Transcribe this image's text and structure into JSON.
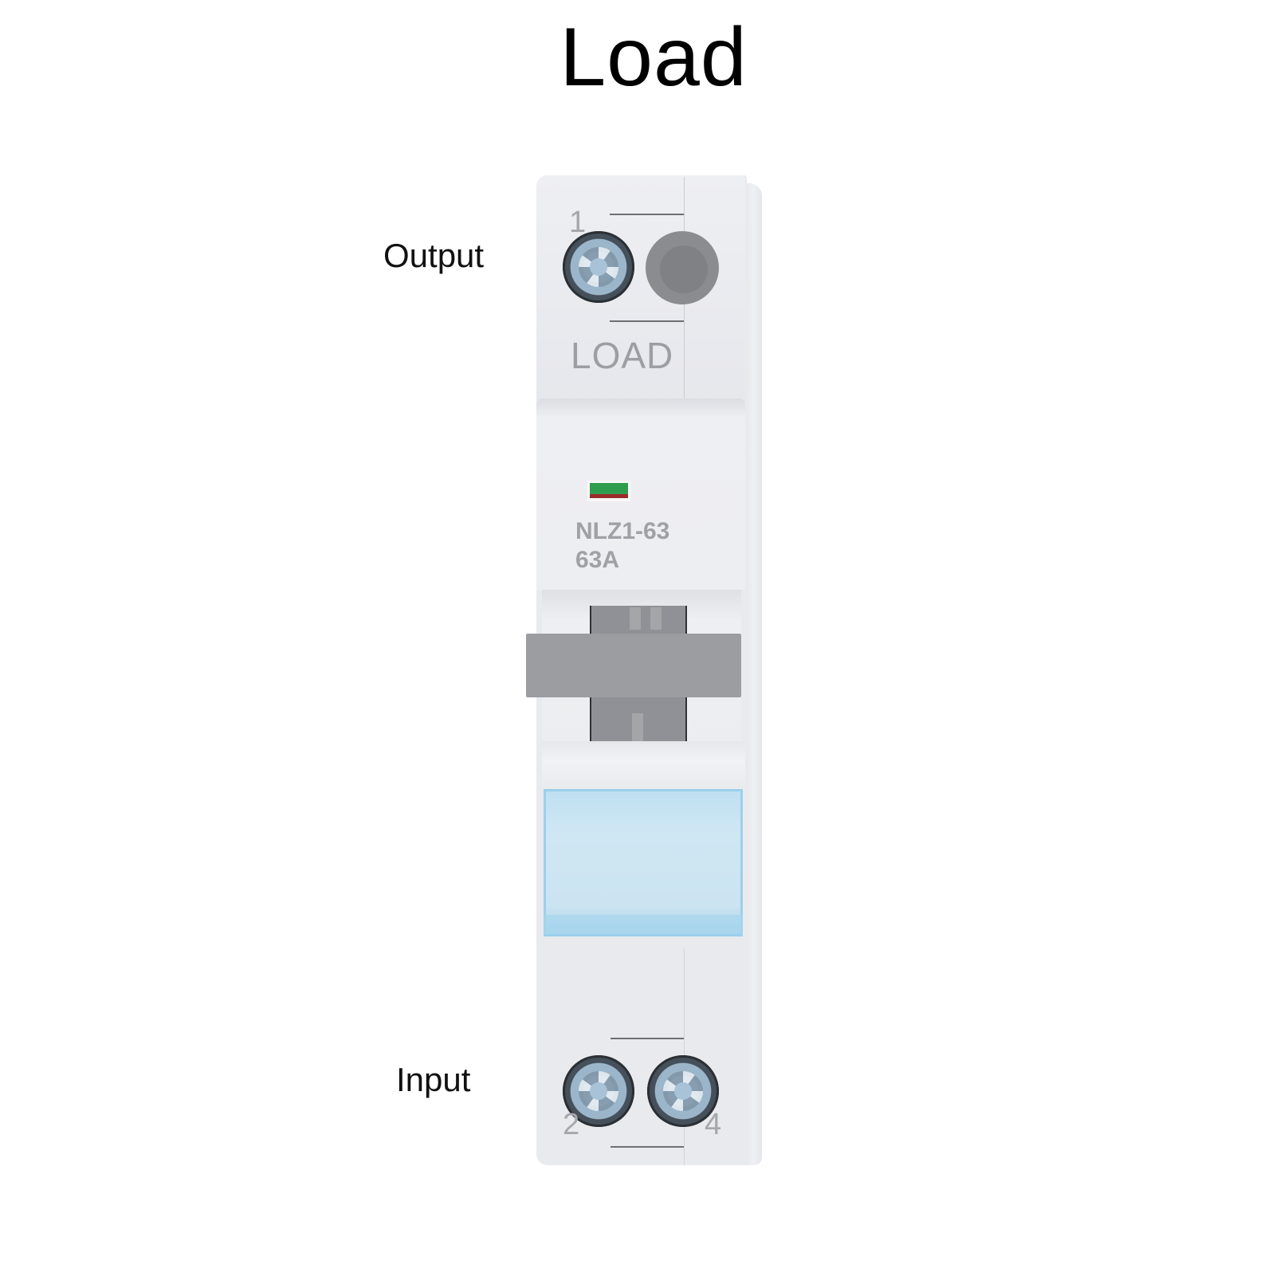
{
  "title": "Load",
  "labels": {
    "output": "Output",
    "input": "Input"
  },
  "device": {
    "load_marking": "LOAD",
    "model": "NLZ1-63",
    "rating": "63A",
    "terminals": {
      "top_left": "1",
      "bottom_left": "2",
      "bottom_right": "4"
    },
    "indicator_colors": {
      "on": "#2f9d4e",
      "off": "#9c2b2b"
    },
    "cover_color": "#cbe4f1",
    "toggle_color": "#9b9da1"
  }
}
